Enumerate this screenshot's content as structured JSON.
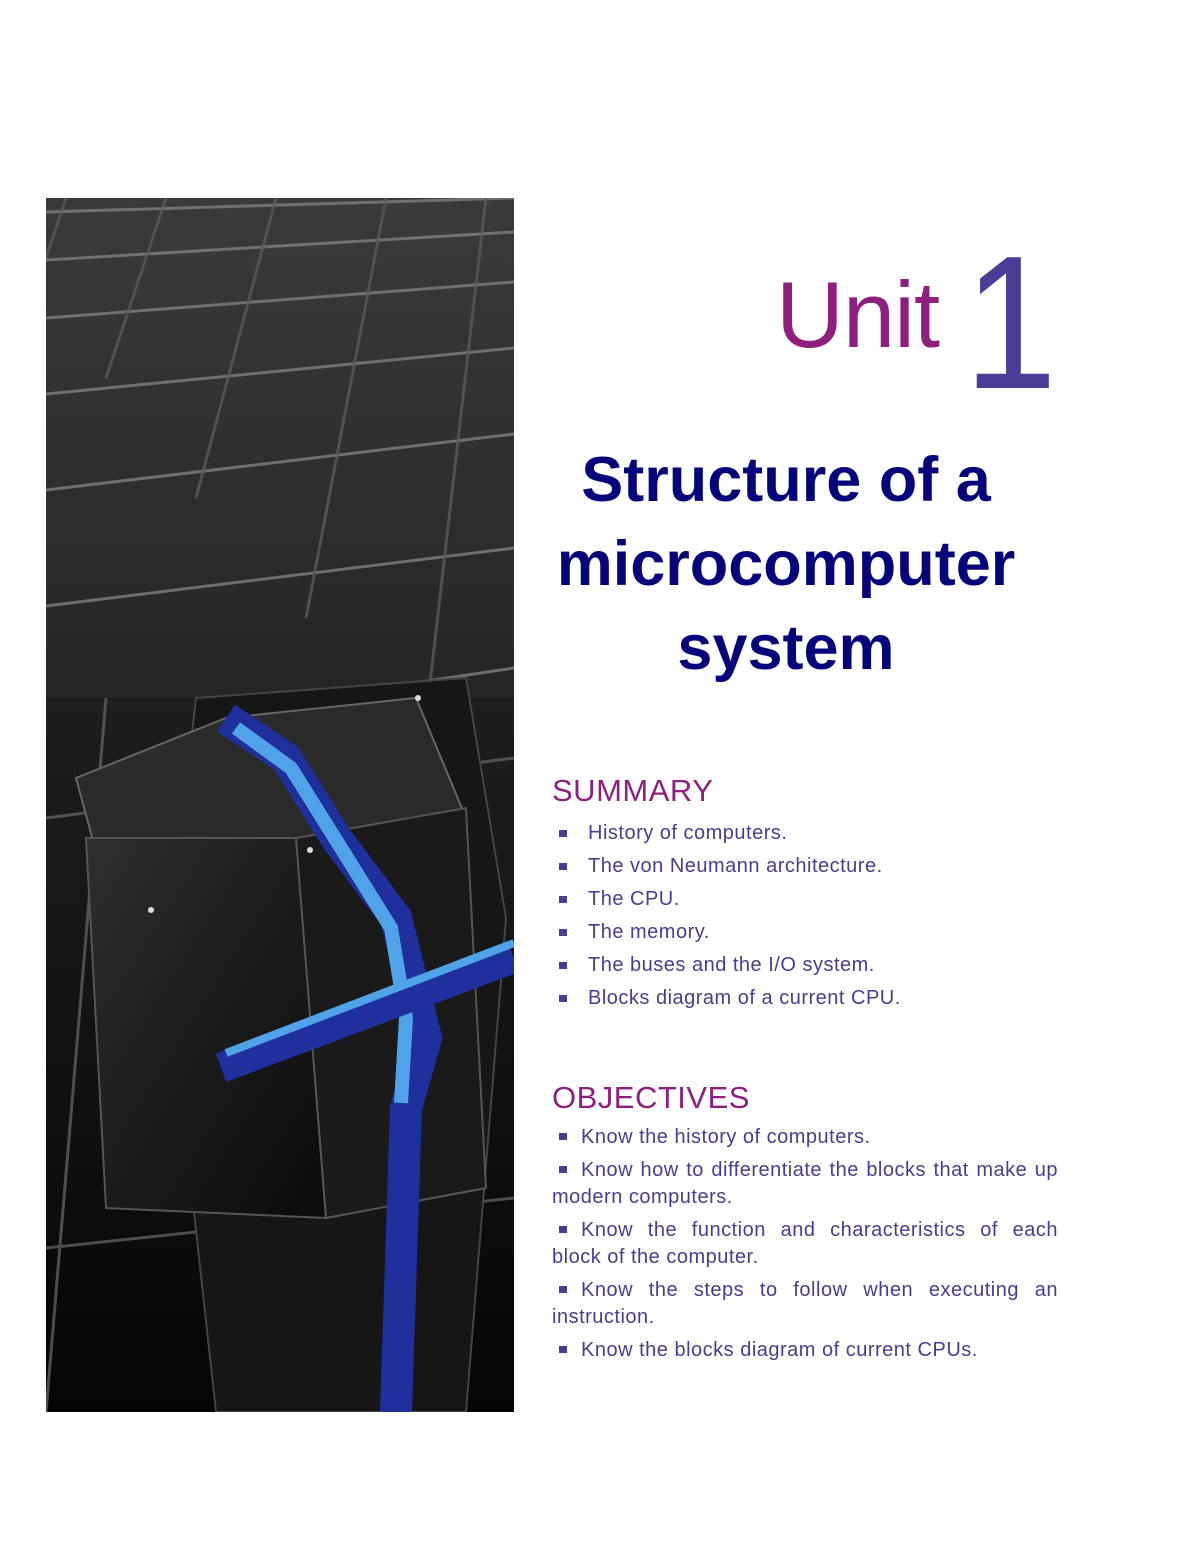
{
  "unit": {
    "label": "Unit",
    "number": "1",
    "title_lines": [
      "Structure of a",
      "microcomputer",
      "system"
    ]
  },
  "summary": {
    "heading": "SUMMARY",
    "items": [
      "History of computers.",
      "The von Neumann architecture.",
      "The CPU.",
      "The memory.",
      "The buses and the I/O system.",
      "Blocks diagram of a current CPU."
    ]
  },
  "objectives": {
    "heading": "OBJECTIVES",
    "items": [
      "Know the history of computers.",
      "Know how to differentiate the blocks that make up modern computers.",
      "Know the function and characteristics of each block of the computer.",
      "Know the steps to follow when executing an instruction.",
      "Know the blocks diagram of current CPUs."
    ]
  },
  "colors": {
    "unit_label": "#8e1f7f",
    "unit_number": "#4a3c97",
    "title": "#07037b",
    "section_heading": "#8e1f7f",
    "list_text": "#493c91",
    "cover_background": "#111111",
    "accent_light_blue": "#4fa3e6",
    "accent_dark_blue": "#1f2f9c"
  }
}
